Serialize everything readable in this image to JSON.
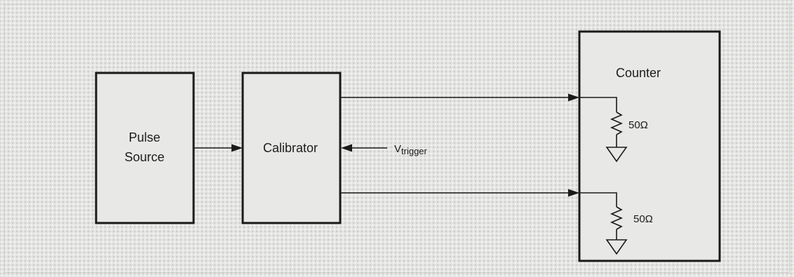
{
  "diagram": {
    "blocks": {
      "pulse_source": {
        "line1": "Pulse",
        "line2": "Source"
      },
      "calibrator": {
        "label": "Calibrator"
      },
      "counter": {
        "label": "Counter"
      }
    },
    "signals": {
      "trigger": {
        "main": "V",
        "subscript": "trigger"
      }
    },
    "resistors": [
      {
        "label": "50Ω"
      },
      {
        "label": "50Ω"
      }
    ],
    "colors": {
      "ink": "#1a1a1a",
      "background": "#e4e4e2"
    }
  }
}
